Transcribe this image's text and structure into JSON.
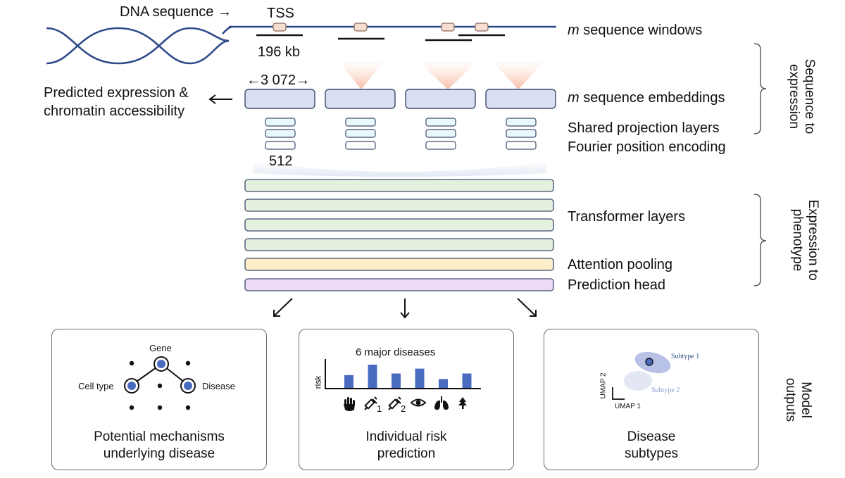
{
  "top": {
    "dna_label": "DNA sequence",
    "tss_label": "TSS",
    "window_size": "196 kb",
    "windows_label_var": "m",
    "windows_label_rest": " sequence windows"
  },
  "embed": {
    "width_label": "3 072",
    "left_arrow": "←",
    "right_arrow": "→",
    "embeddings_label_var": "m",
    "embeddings_label_rest": " sequence embeddings",
    "output_label_line1": "Predicted expression &",
    "output_label_line2": "chromatin accessibility",
    "projection_label": "Shared projection layers",
    "fourier_label": "Fourier position encoding",
    "dim_label": "512"
  },
  "stack": {
    "transformer_label": "Transformer layers",
    "attention_label": "Attention pooling",
    "head_label": "Prediction head"
  },
  "brackets": {
    "seq_to_expr": [
      "Sequence to",
      "expression"
    ],
    "expr_to_pheno": [
      "Expression to",
      "phenotype"
    ],
    "outputs": [
      "Model",
      "outputs"
    ]
  },
  "panels": {
    "mechanisms": {
      "title_line1": "Potential mechanisms",
      "title_line2": "underlying disease",
      "node_gene": "Gene",
      "node_cell": "Cell type",
      "node_disease": "Disease"
    },
    "risk": {
      "title_line1": "Individual risk",
      "title_line2": "prediction",
      "chart_title": "6 major diseases",
      "y_label": "risk",
      "icons": [
        "hand-icon",
        "syringe-1-icon",
        "syringe-2-icon",
        "eye-icon",
        "lungs-icon",
        "tree-icon"
      ],
      "icon_subscripts": [
        "1",
        "2"
      ]
    },
    "subtypes": {
      "title_line1": "Disease",
      "title_line2": "subtypes",
      "subtype1": "Subtype 1",
      "subtype2": "Subtype 2",
      "umap1": "UMAP 1",
      "umap2": "UMAP 2"
    }
  },
  "colors": {
    "dna": "#2e4a8a",
    "tss_box": "#f7dcd0",
    "embedding": "#d9def2",
    "projection": "#e8f8fb",
    "transformer": "#e4f1df",
    "attention": "#fdefc8",
    "head": "#ecdcf7",
    "bar": "#4a6cc0",
    "node": "#4a6cc0",
    "subtype1": "#b7c2e6",
    "subtype2": "#e3e7f3"
  },
  "chart_data": {
    "type": "bar",
    "title": "6 major diseases",
    "ylabel": "risk",
    "categories": [
      "",
      "1",
      "2",
      "",
      "",
      ""
    ],
    "values": [
      0.55,
      1.0,
      0.62,
      0.83,
      0.38,
      0.62
    ],
    "ylim": [
      0,
      1
    ]
  }
}
